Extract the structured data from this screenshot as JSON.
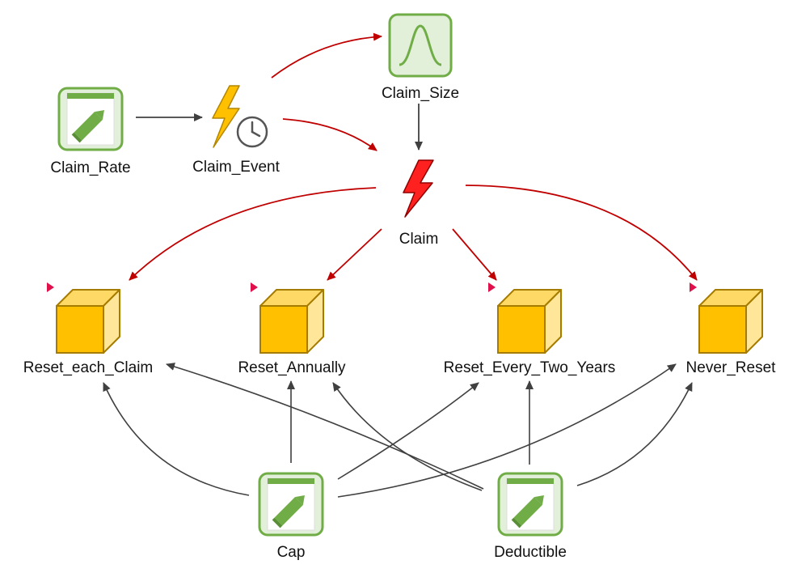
{
  "colors": {
    "red_link": "#c00000",
    "gray_link": "#404040",
    "variable_fill": "#e2f0d9",
    "variable_border": "#70ad47",
    "stock_front": "#ffc000",
    "stock_top": "#ffd966",
    "stock_side": "#ffe699",
    "stock_border": "#a67c00",
    "flow_marker": "#e0104a",
    "event_bolt": "#ffc000",
    "action_bolt": "#ff2020"
  },
  "icons": {
    "claim_rate": "pencil-document-icon",
    "claim_event": "lightning-clock-icon",
    "claim_size": "bell-curve-icon",
    "claim": "lightning-icon",
    "stock": "cube-icon",
    "cap": "pencil-document-icon",
    "deductible": "pencil-document-icon"
  },
  "nodes": {
    "claim_rate": {
      "label": "Claim_Rate"
    },
    "claim_event": {
      "label": "Claim_Event"
    },
    "claim_size": {
      "label": "Claim_Size"
    },
    "claim": {
      "label": "Claim"
    },
    "reset_each_claim": {
      "label": "Reset_each_Claim"
    },
    "reset_annually": {
      "label": "Reset_Annually"
    },
    "reset_every_two_years": {
      "label": "Reset_Every_Two_Years"
    },
    "never_reset": {
      "label": "Never_Reset"
    },
    "cap": {
      "label": "Cap"
    },
    "deductible": {
      "label": "Deductible"
    }
  }
}
